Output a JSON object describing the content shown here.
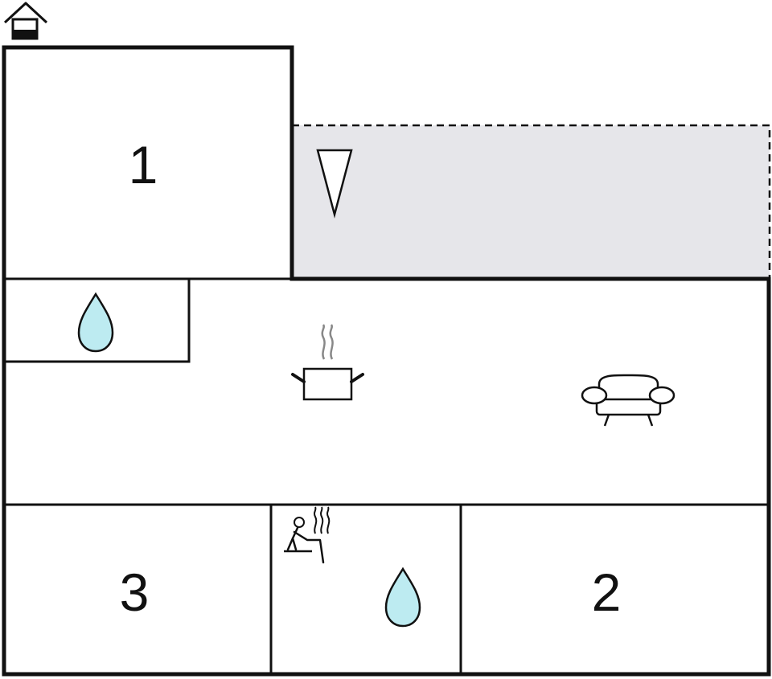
{
  "floorplan": {
    "rooms": [
      {
        "id": "bedroom-1",
        "label": "1"
      },
      {
        "id": "bedroom-2",
        "label": "2"
      },
      {
        "id": "bedroom-3",
        "label": "3"
      }
    ],
    "icons": [
      "entrance-house-icon",
      "terrace-direction-icon",
      "bathroom-water-drop-icon",
      "kitchen-pot-icon",
      "living-room-sofa-icon",
      "sauna-icon"
    ]
  },
  "colors": {
    "walls": "#111111",
    "terrace_fill": "#e6e6ea",
    "water_drop": "#bdebf1",
    "steam": "#888888"
  }
}
